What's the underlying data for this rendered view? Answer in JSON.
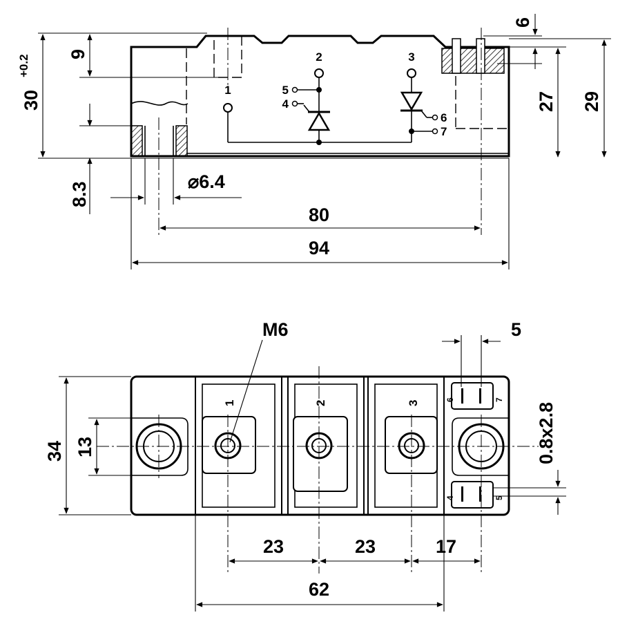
{
  "side_view": {
    "dimensions": {
      "total_height": "30",
      "total_height_tolerance": "+0.2",
      "terminal_offset": "9",
      "base_thickness": "8.3",
      "hole_diameter": "⌀6.4",
      "hole_pitch": "80",
      "overall_length": "94",
      "tab_height": "6",
      "housing_height": "27",
      "tab_top_height": "29"
    },
    "terminals": [
      "1",
      "2",
      "3"
    ],
    "gate_pins": [
      "5",
      "4",
      "6",
      "7"
    ]
  },
  "top_view": {
    "thread_label": "M6",
    "terminal_labels": [
      "1",
      "2",
      "3"
    ],
    "dimensions": {
      "width": "34",
      "hole_spacing": "13",
      "tab_width": "5",
      "tab_size": "0.8x2.8",
      "pitch_1_2": "23",
      "pitch_2_3": "23",
      "pitch_3_aux": "17",
      "pitch_total": "62"
    },
    "aux_pins_upper": [
      "6",
      "7"
    ],
    "aux_pins_lower": [
      "4",
      "5"
    ]
  }
}
